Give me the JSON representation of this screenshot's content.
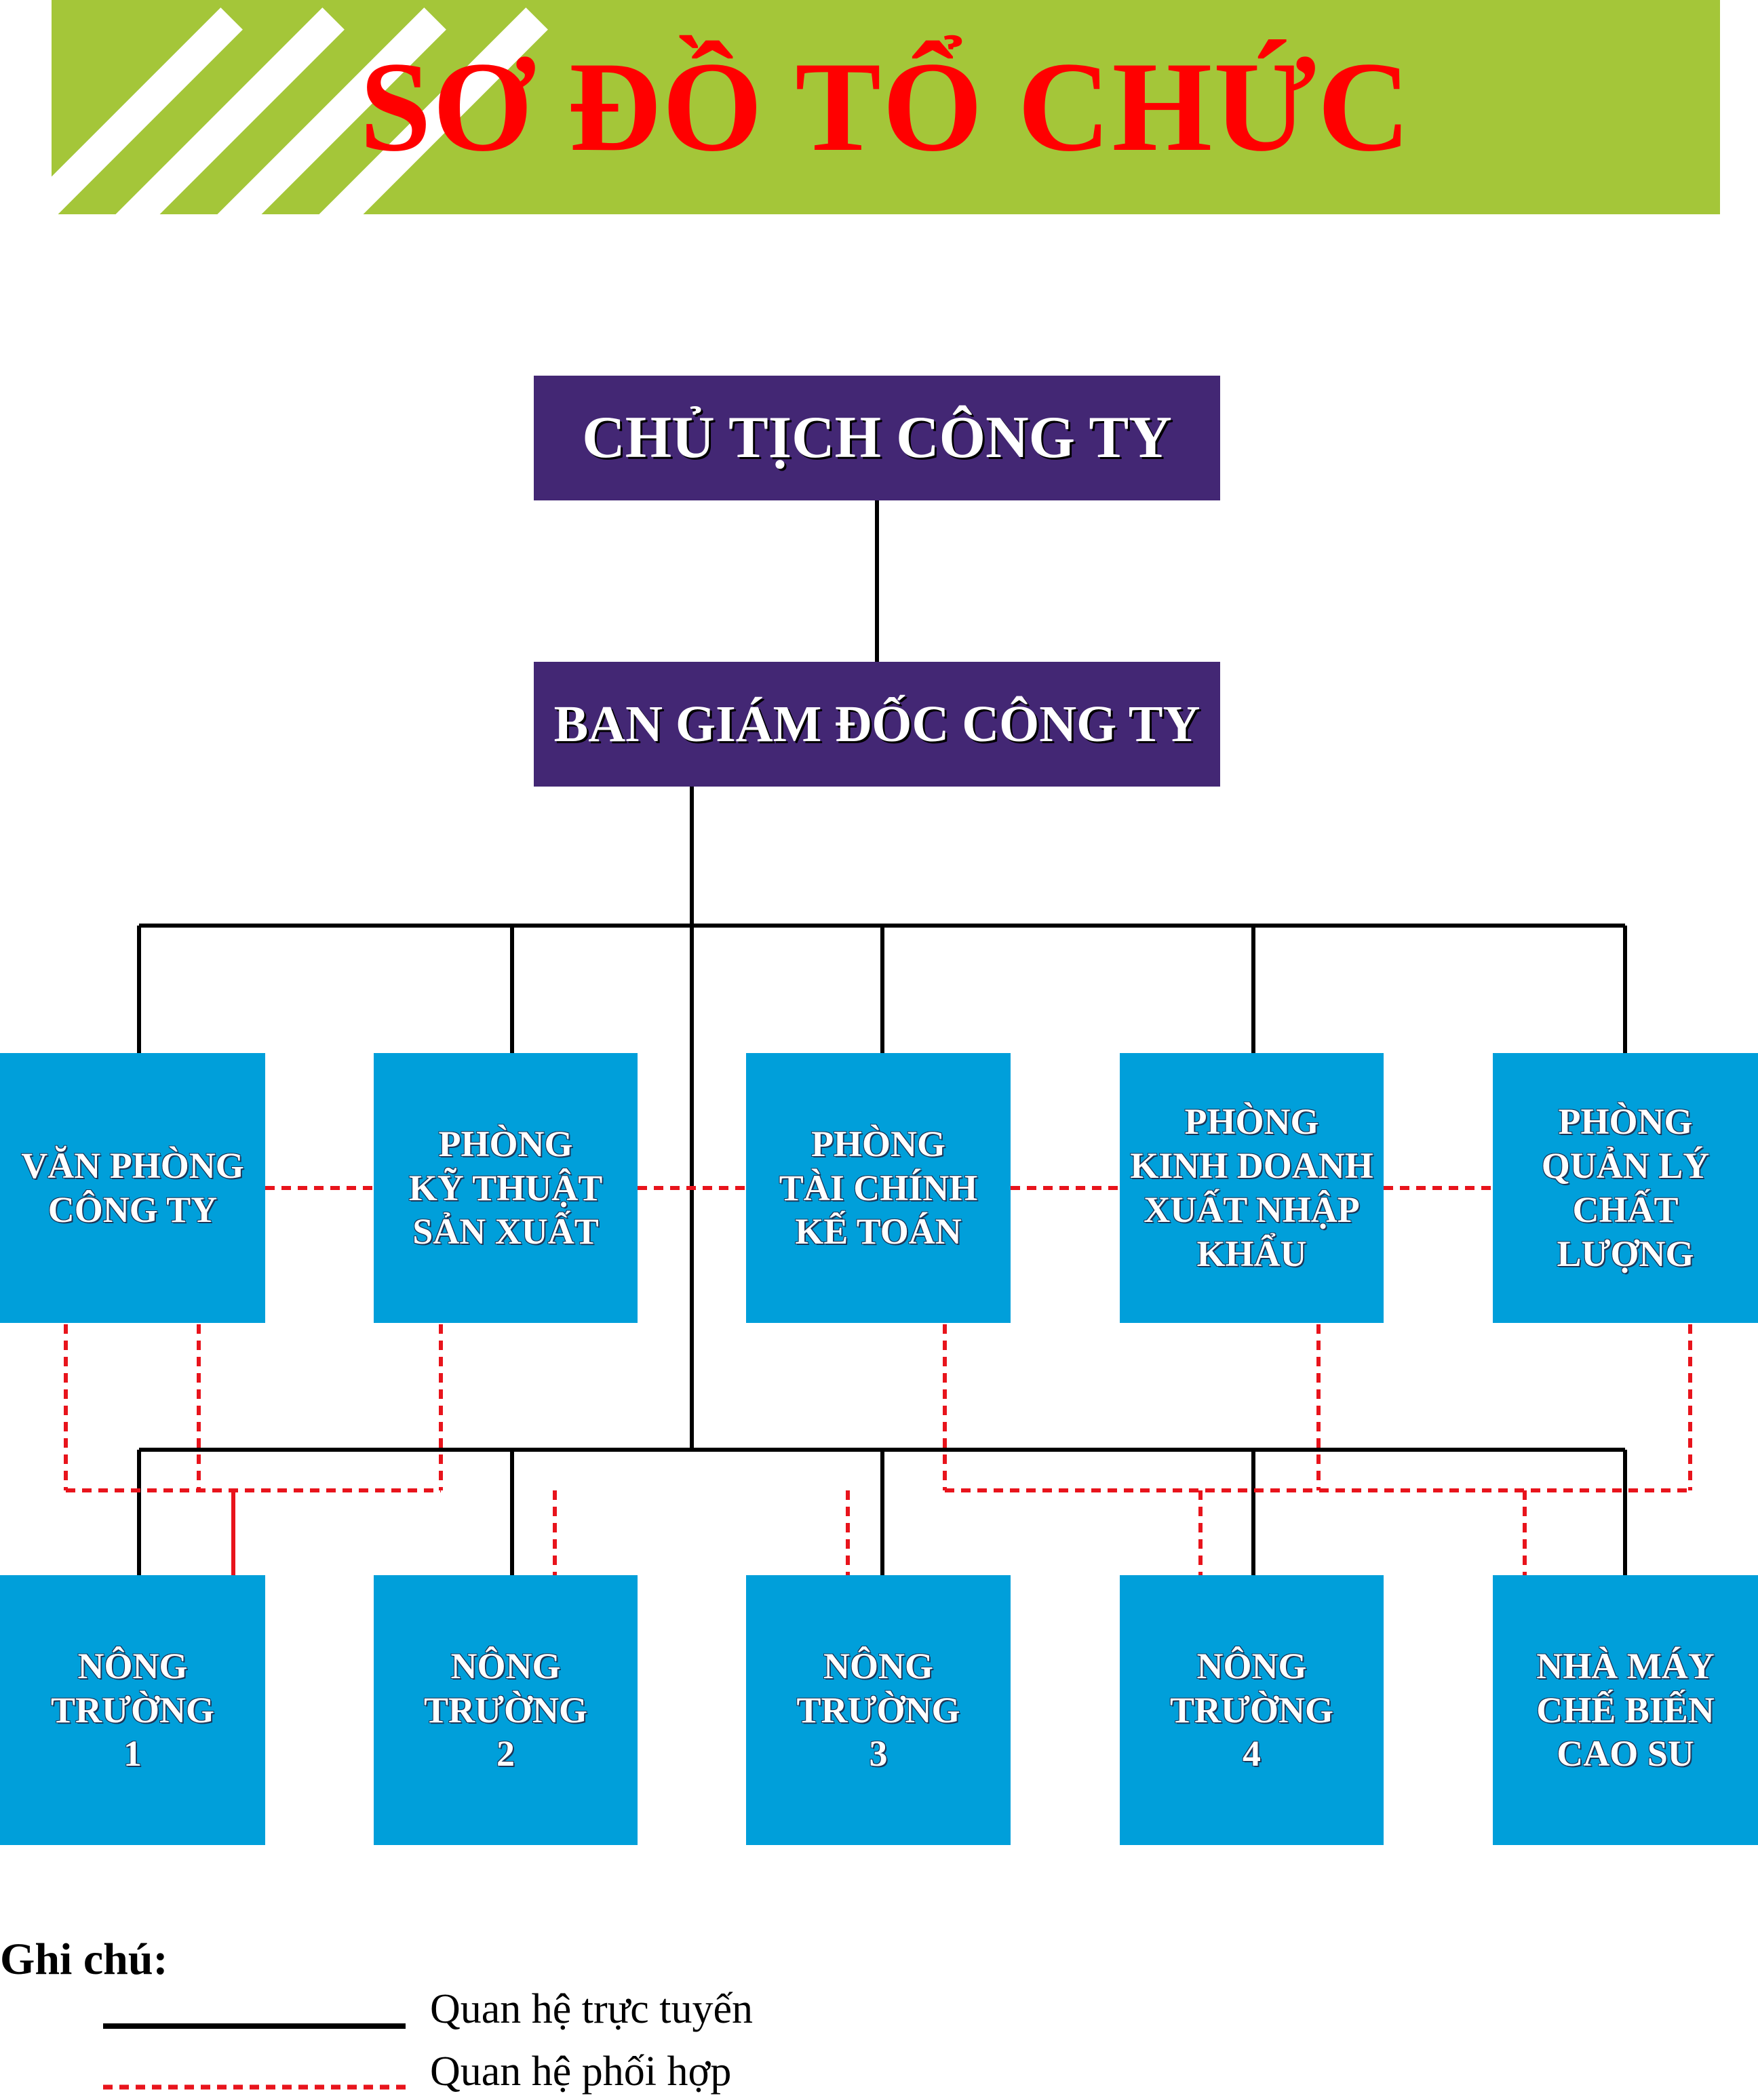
{
  "title": "SƠ ĐỒ TỔ CHỨC",
  "colors": {
    "banner": "#a4c639",
    "title": "#ff0000",
    "top_box": "#432774",
    "unit_box": "#009fda",
    "line_direct": "#000000",
    "line_coordination": "#e8141c"
  },
  "chairman": "CHỦ TỊCH CÔNG TY",
  "board": "BAN GIÁM ĐỐC CÔNG TY",
  "departments": [
    "VĂN PHÒNG\nCÔNG TY",
    "PHÒNG\nKỸ THUẬT\nSẢN XUẤT",
    "PHÒNG\nTÀI CHÍNH\nKẾ TOÁN",
    "PHÒNG\nKINH DOANH\nXUẤT NHẬP\nKHẨU",
    "PHÒNG\nQUẢN LÝ\nCHẤT\nLƯỢNG"
  ],
  "units": [
    "NÔNG\nTRƯỜNG\n1",
    "NÔNG\nTRƯỜNG\n2",
    "NÔNG\nTRƯỜNG\n3",
    "NÔNG\nTRƯỜNG\n4",
    "NHÀ MÁY\nCHẾ BIẾN\nCAO SU"
  ],
  "legend": {
    "title": "Ghi chú:",
    "direct": "Quan hệ trực tuyến",
    "coordination": "Quan hệ phối hợp"
  }
}
